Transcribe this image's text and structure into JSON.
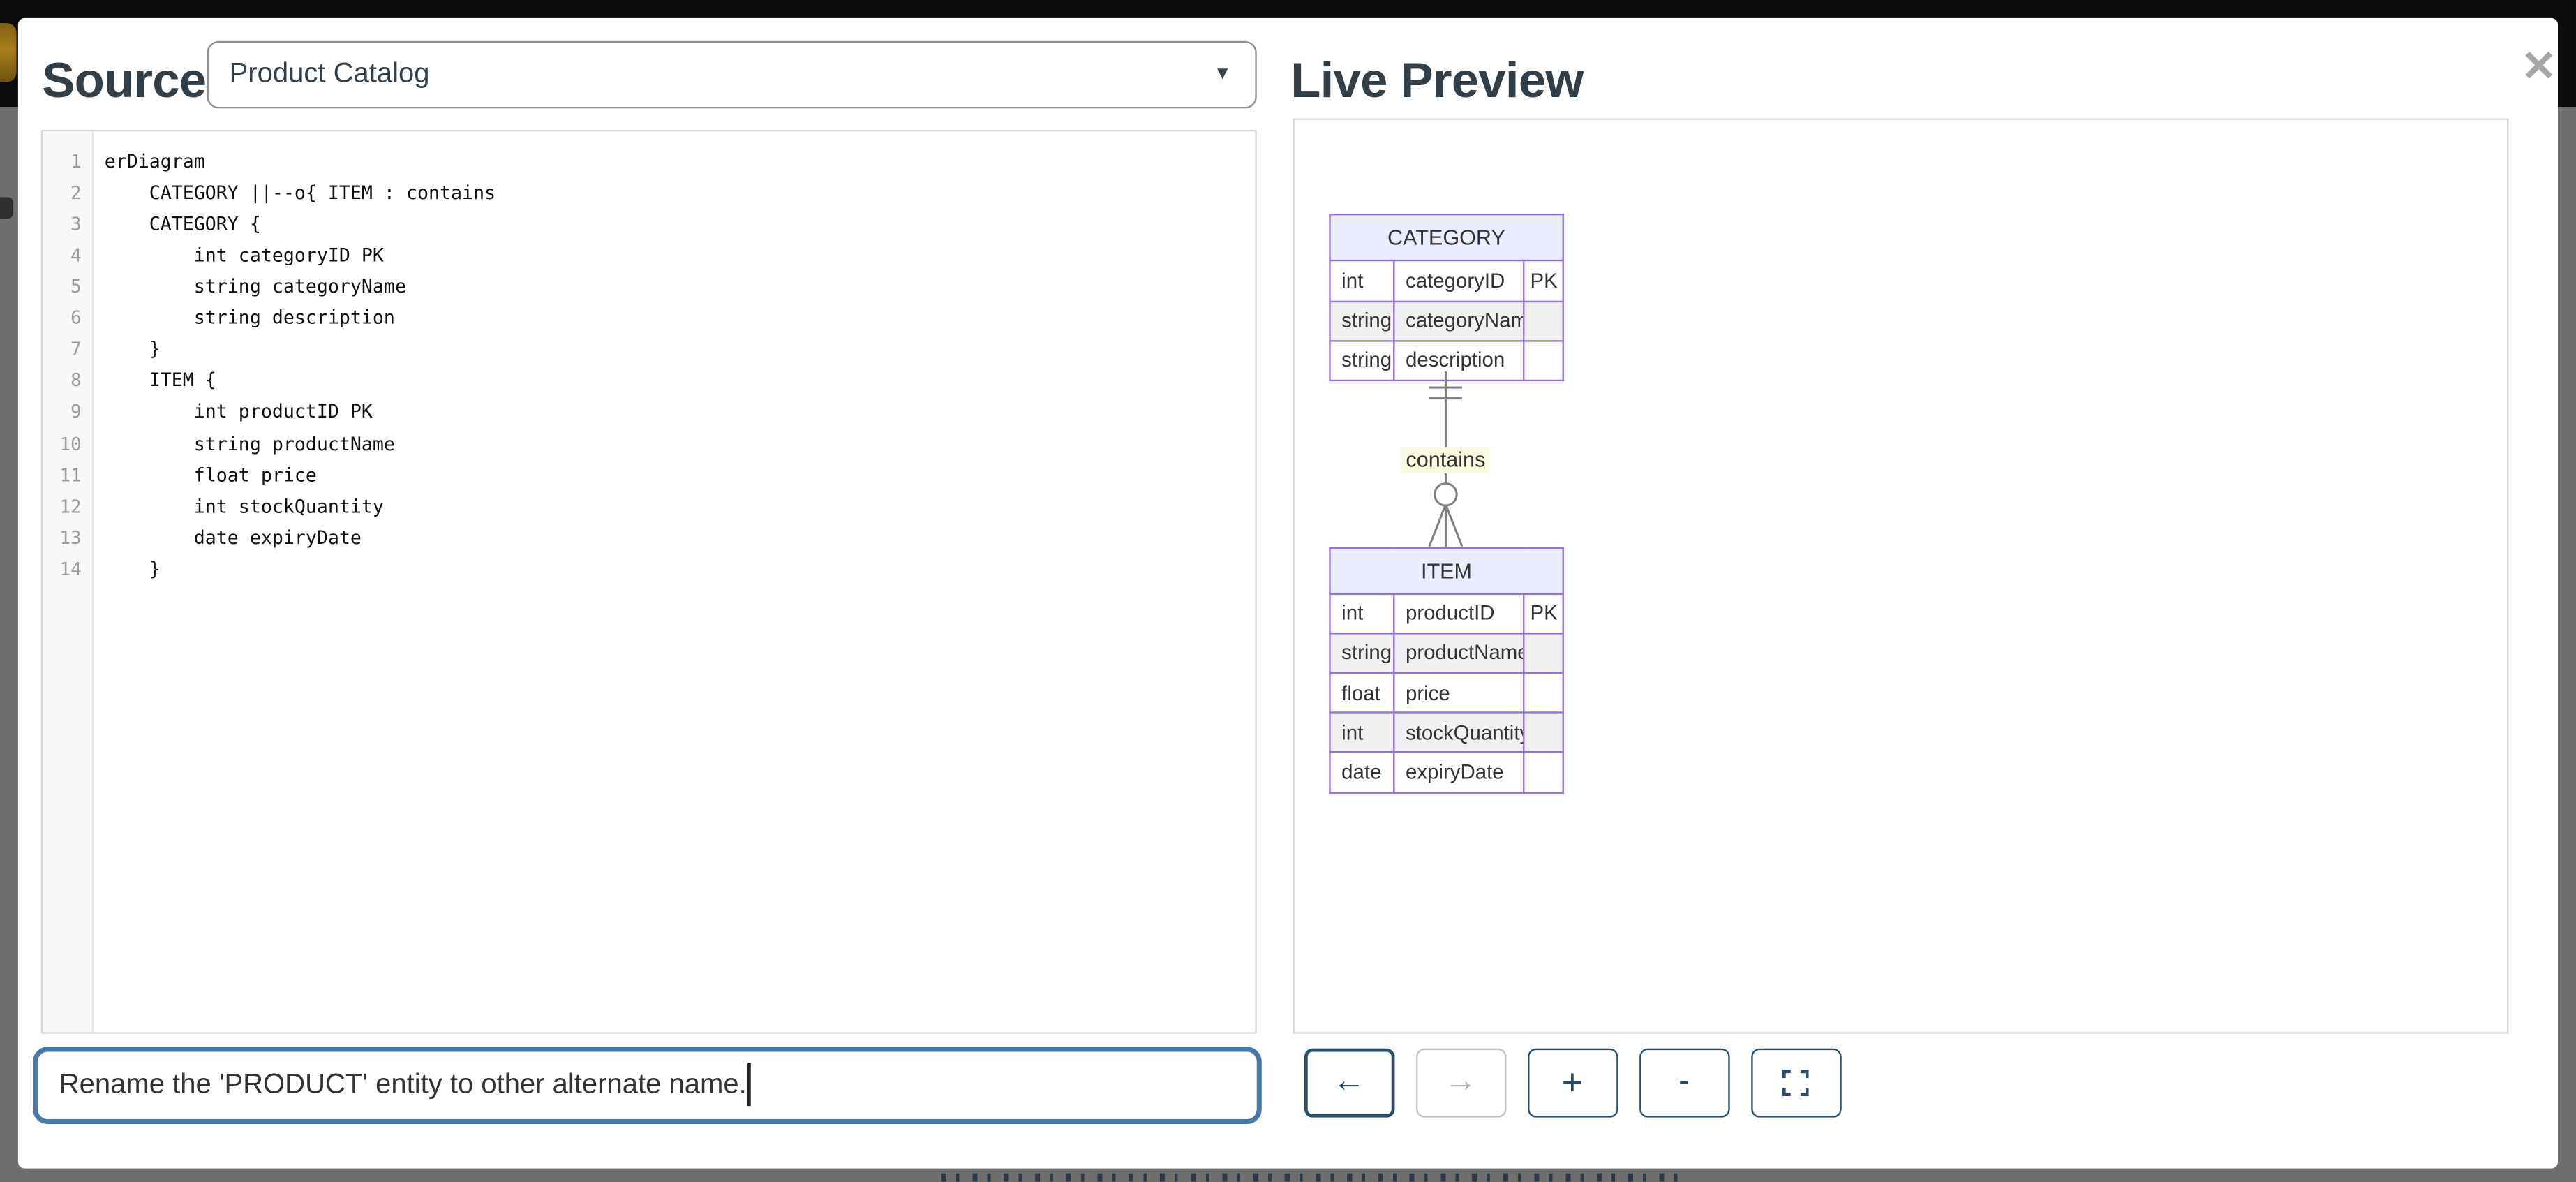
{
  "window": {
    "close_icon": "✕",
    "page_background": "#6e6e6e",
    "top_band_color": "#0b0b0b"
  },
  "source_panel": {
    "title": "Source",
    "diagram_selector": {
      "value": "Product Catalog",
      "caret_icon": "▼"
    },
    "editor": {
      "lines": [
        {
          "n": "1",
          "t": "erDiagram"
        },
        {
          "n": "2",
          "t": "    CATEGORY ||--o{ ITEM : contains"
        },
        {
          "n": "3",
          "t": "    CATEGORY {"
        },
        {
          "n": "4",
          "t": "        int categoryID PK"
        },
        {
          "n": "5",
          "t": "        string categoryName"
        },
        {
          "n": "6",
          "t": "        string description"
        },
        {
          "n": "7",
          "t": "    }"
        },
        {
          "n": "8",
          "t": "    ITEM {"
        },
        {
          "n": "9",
          "t": "        int productID PK"
        },
        {
          "n": "10",
          "t": "        string productName"
        },
        {
          "n": "11",
          "t": "        float price"
        },
        {
          "n": "12",
          "t": "        int stockQuantity"
        },
        {
          "n": "13",
          "t": "        date expiryDate"
        },
        {
          "n": "14",
          "t": "    }"
        }
      ]
    }
  },
  "preview_panel": {
    "title": "Live Preview",
    "diagram": {
      "entities": [
        {
          "name": "CATEGORY",
          "rows": [
            [
              "int",
              "categoryID",
              "PK"
            ],
            [
              "string",
              "categoryName",
              ""
            ],
            [
              "string",
              "description",
              ""
            ]
          ]
        },
        {
          "name": "ITEM",
          "rows": [
            [
              "int",
              "productID",
              "PK"
            ],
            [
              "string",
              "productName",
              ""
            ],
            [
              "float",
              "price",
              ""
            ],
            [
              "int",
              "stockQuantity",
              ""
            ],
            [
              "date",
              "expiryDate",
              ""
            ]
          ]
        }
      ],
      "relationship": {
        "label": "contains",
        "cardinality": "CATEGORY one-and-only-one to zero-or-many ITEM"
      },
      "colors": {
        "entity_border": "#9370DB",
        "entity_header_fill": "#ECECFF",
        "row_alt_fill": "#f0f0f0",
        "relation_line": "#808080",
        "relation_label_bg": "#fafae3"
      }
    }
  },
  "prompt_bar": {
    "input_value": "Rename the 'PRODUCT' entity to other alternate name.",
    "accent_color": "#4678a8",
    "buttons": [
      {
        "name": "history-back",
        "glyph": "←",
        "enabled": true
      },
      {
        "name": "history-forward",
        "glyph": "→",
        "enabled": false
      },
      {
        "name": "zoom-in",
        "glyph": "+",
        "enabled": true
      },
      {
        "name": "zoom-out",
        "glyph": "-",
        "enabled": true
      },
      {
        "name": "fit-view",
        "glyph": "",
        "enabled": true
      }
    ]
  }
}
